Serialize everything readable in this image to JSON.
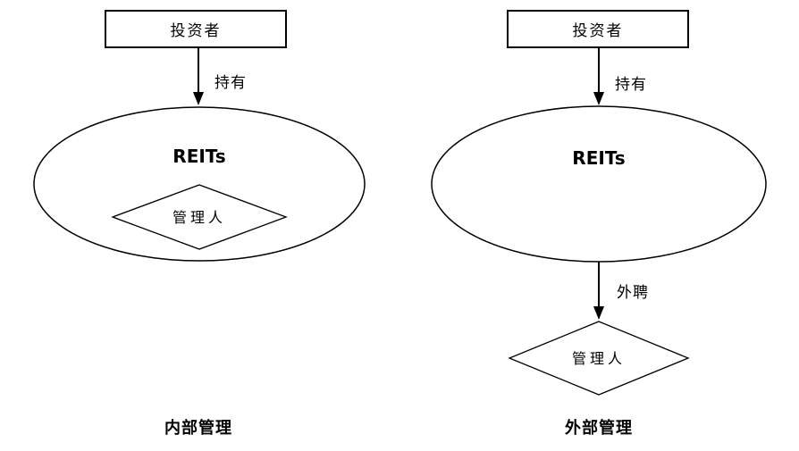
{
  "colors": {
    "stroke": "#000000",
    "background": "#ffffff"
  },
  "left": {
    "investor": "投资者",
    "hold_label": "持有",
    "reits_label": "REITs",
    "manager_label": "管理人",
    "caption": "内部管理"
  },
  "right": {
    "investor": "投资者",
    "hold_label": "持有",
    "reits_label": "REITs",
    "hire_label": "外聘",
    "manager_label": "管理人",
    "caption": "外部管理"
  }
}
